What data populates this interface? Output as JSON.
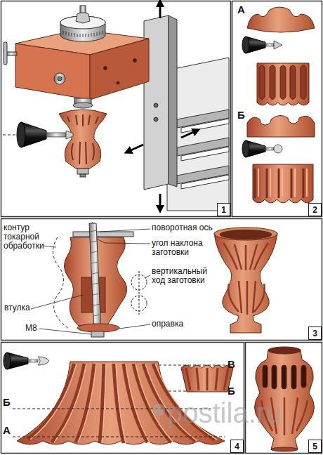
{
  "diagram": {
    "nodes": [
      {
        "text": [
          "1"
        ]
      },
      {
        "text": [
          "2"
        ]
      },
      {
        "text": [
          "3"
        ]
      },
      {
        "text": [
          "4"
        ]
      },
      {
        "text": [
          "5"
        ]
      }
    ],
    "labels": [
      "А",
      "Б",
      "контур токарной обработки",
      "поворотная ось",
      "угол наклона заготовки",
      "вертикальный ход заготовки",
      "втулка",
      "M8",
      "оправка",
      "В",
      "Б",
      "Б",
      "А",
      "postila.ru"
    ]
  }
}
